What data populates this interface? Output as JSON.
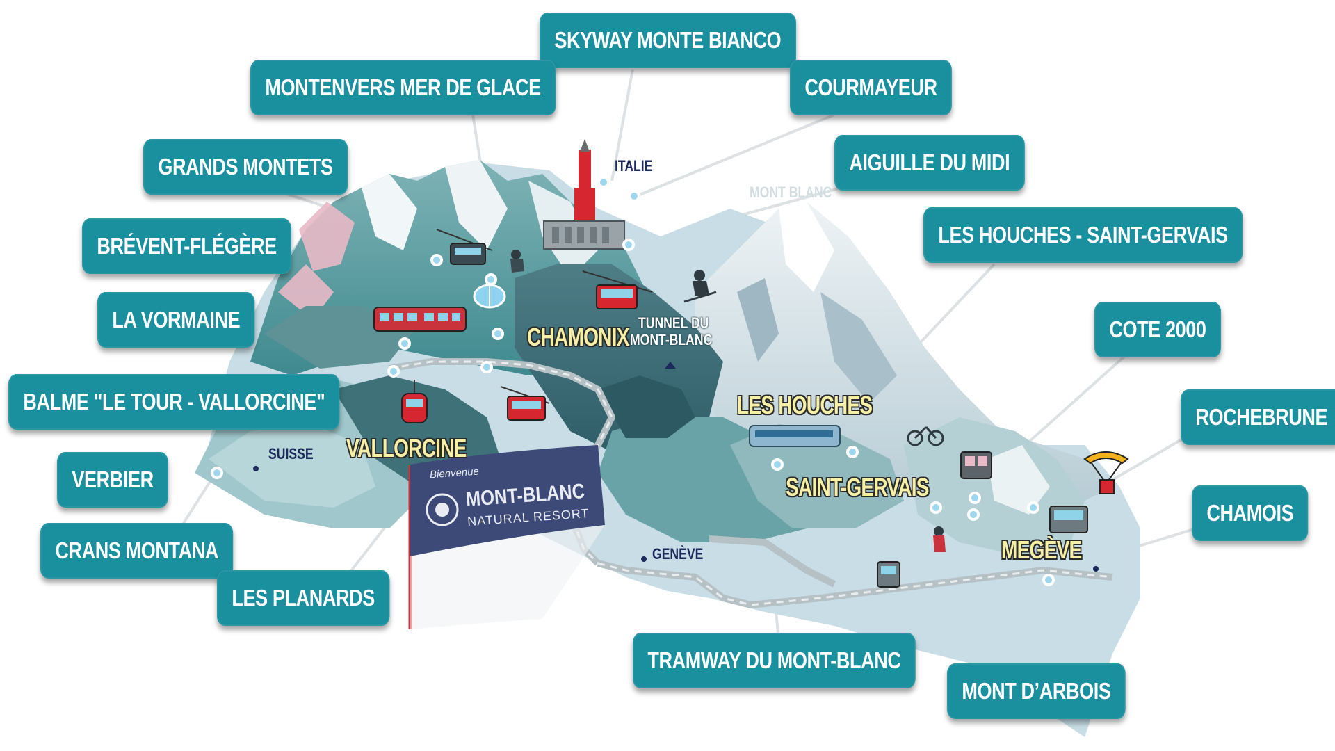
{
  "labels": {
    "skyway": "SKYWAY MONTE BIANCO",
    "courmayeur": "COURMAYEUR",
    "montenvers": "MONTENVERS MER DE GLACE",
    "grands_montets": "GRANDS MONTETS",
    "aiguille": "AIGUILLE DU MIDI",
    "houches_gervais": "LES HOUCHES - SAINT-GERVAIS",
    "brevent": "BRÉVENT-FLÉGÈRE",
    "vormaine": "LA VORMAINE",
    "cote2000": "COTE 2000",
    "balme": "BALME \"LE TOUR - VALLORCINE\"",
    "rochebrune": "ROCHEBRUNE",
    "verbier": "VERBIER",
    "chamois": "CHAMOIS",
    "crans": "CRANS MONTANA",
    "planards": "LES PLANARDS",
    "tramway": "TRAMWAY DU MONT-BLANC",
    "arbois": "MONT D’ARBOIS"
  },
  "places": {
    "chamonix": "CHAMONIX",
    "vallorcine": "VALLORCINE",
    "les_houches": "LES HOUCHES",
    "saint_gervais": "SAINT-GERVAIS",
    "megeve": "MEGÈVE"
  },
  "markers": {
    "italie": "ITALIE",
    "mont_blanc": "MONT BLANC",
    "tunnel_line1": "TUNNEL DU",
    "tunnel_line2": "MONT-BLANC",
    "suisse": "SUISSE",
    "geneve": "GENÈVE"
  },
  "flag": {
    "welcome": "Bienvenue",
    "brand": "MONT-BLANC",
    "sub": "NATURAL RESORT"
  },
  "colors": {
    "label_bg": "#1a8f9e",
    "label_text": "#ffffff",
    "town_text": "#f6f0a6",
    "flag_bg": "#3d4a77"
  }
}
